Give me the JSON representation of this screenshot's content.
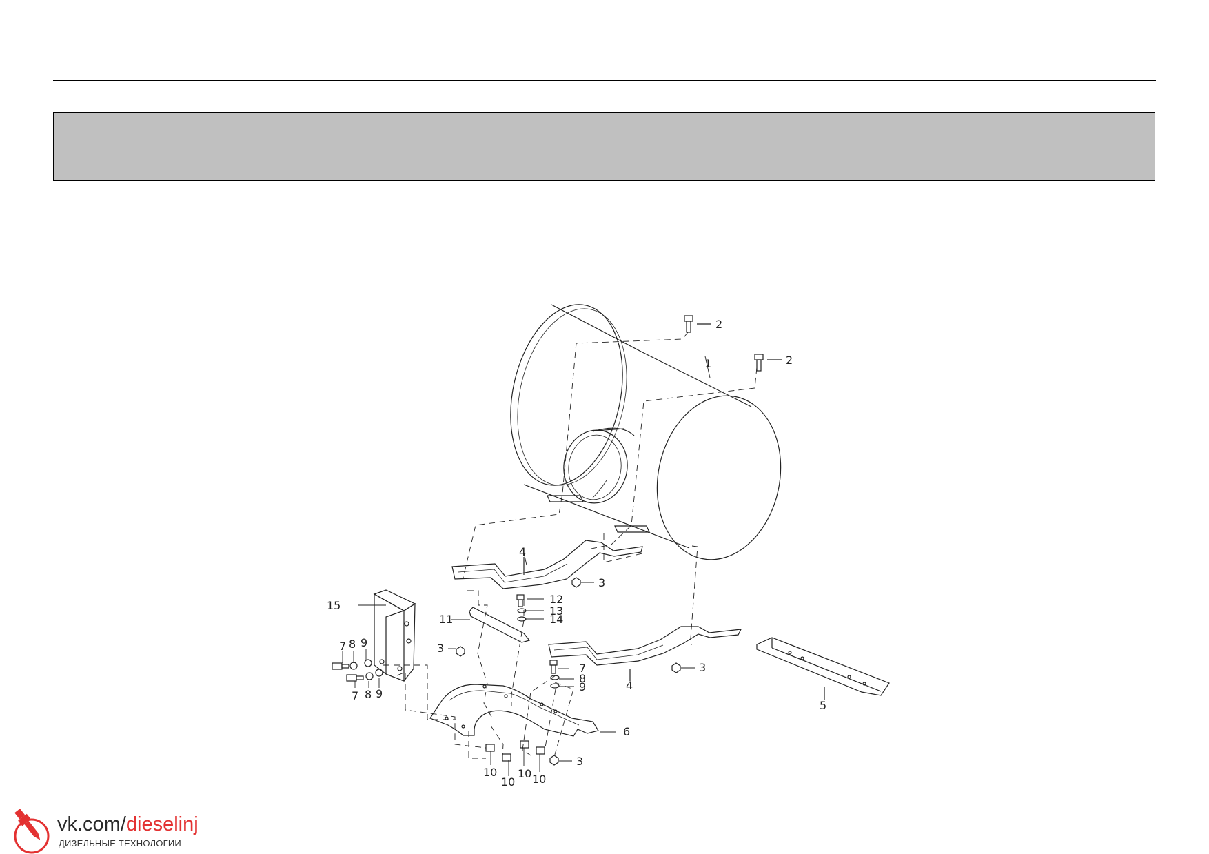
{
  "callouts": {
    "c1": "1",
    "c2a": "2",
    "c2b": "2",
    "c3a": "3",
    "c3b": "3",
    "c3c": "3",
    "c3d": "3",
    "c4a": "4",
    "c4b": "4",
    "c5": "5",
    "c6": "6",
    "c7a": "7",
    "c7b": "7",
    "c7c": "7",
    "c8a": "8",
    "c8b": "8",
    "c8c": "8",
    "c9a": "9",
    "c9b": "9",
    "c9c": "9",
    "c10a": "10",
    "c10b": "10",
    "c10c": "10",
    "c10d": "10",
    "c11": "11",
    "c12": "12",
    "c13": "13",
    "c14": "14",
    "c15": "15"
  },
  "logo": {
    "url_prefix": "vk.com/",
    "url_highlight": "dieselinj",
    "tagline": "ДИЗЕЛЬНЫЕ ТЕХНОЛОГИИ",
    "accent_color": "#e33131"
  }
}
